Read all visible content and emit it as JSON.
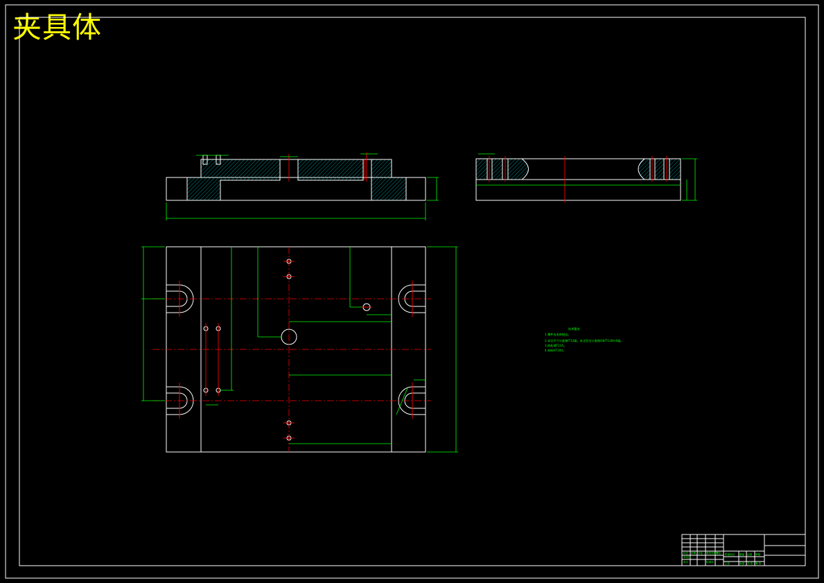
{
  "drawing": {
    "title": "夹具体",
    "colors": {
      "background": "#000000",
      "outline": "#ffffff",
      "dimension": "#00ff00",
      "centerline": "#ff0000",
      "title": "#ffff00",
      "hatch": "#00b0b0"
    }
  },
  "tech_requirements": {
    "heading": "技术要求",
    "lines": [
      "1.零件去毛刺锐边。",
      "2.未注尺寸公差按IT12级，未注形位公差按GB/T1184-K级。",
      "3.热处理T235。",
      "4.材料HT200。"
    ]
  },
  "title_block": {
    "cells": [
      "标记",
      "处数",
      "分区",
      "更改文件号",
      "签名",
      "年月日",
      "设计",
      "标准化",
      "阶段标记",
      "重量",
      "比例",
      "审核",
      "工艺",
      "批准",
      "共 张",
      "第 张"
    ]
  }
}
